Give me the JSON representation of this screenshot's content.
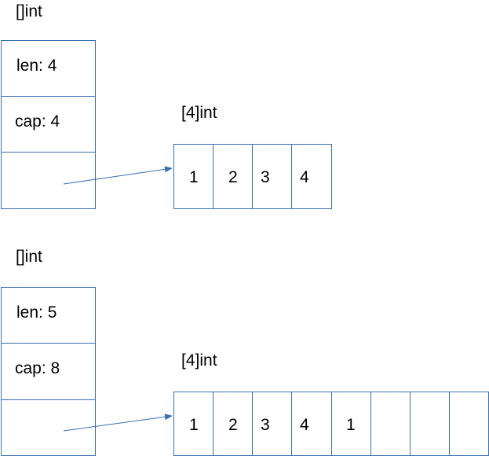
{
  "diagram_top": {
    "slice_type_label": "[]int",
    "header_rows": [
      {
        "text": "len: 4"
      },
      {
        "text": "cap: 4"
      },
      {
        "text": ""
      }
    ],
    "array_type_label": "[4]int",
    "array_cells": [
      "1",
      "2",
      "3",
      "4"
    ]
  },
  "diagram_bottom": {
    "slice_type_label": "[]int",
    "header_rows": [
      {
        "text": "len: 5"
      },
      {
        "text": "cap: 8"
      },
      {
        "text": ""
      }
    ],
    "array_type_label": "[4]int",
    "array_cells": [
      "1",
      "2",
      "3",
      "4",
      "1",
      "",
      "",
      ""
    ]
  },
  "colors": {
    "border": "#3a6fb0",
    "arrow": "#3a6fb0"
  }
}
